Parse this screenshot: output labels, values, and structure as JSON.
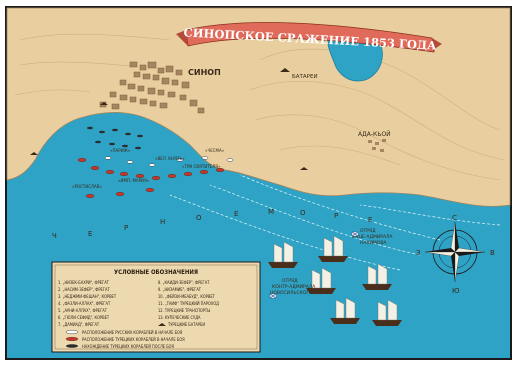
{
  "title": "СИНОПСКОЕ СРАЖЕНИЕ 1853 ГОДА",
  "places": {
    "sinop": "СИНОП",
    "battery": "БАТАРЕИ",
    "ada_kyoi": "АДА-КЬОЙ"
  },
  "sea_label": [
    "Ч",
    "Е",
    "Р",
    "Н",
    "О",
    "Е",
    "М",
    "О",
    "Р",
    "Е"
  ],
  "squadrons": {
    "nakhimov": [
      "ОТРЯД",
      "ВИЦЕ-АДМИРАЛА",
      "НАХИМОВА"
    ],
    "novosilsky": [
      "ОТРЯД",
      "КОНТР-АДМИРАЛА",
      "НОВОСИЛЬСКОГО"
    ]
  },
  "ship_labels": [
    "«ЧЕСМА»",
    "«ПАРИЖ»",
    "«ВЕЛ. КНЯЗЬ»",
    "«РОСТИСЛАВ»",
    "«ТРИ СВЯТИТЕЛЯ»",
    "«ИМП. МАРИЯ»"
  ],
  "compass": {
    "n": "С",
    "s": "Ю",
    "e": "В",
    "w": "З"
  },
  "legend": {
    "heading": "УСЛОВНЫЕ ОБОЗНАЧЕНИЯ",
    "left_items": [
      "1. „НИЗЕК-БАХРИ\", ФРЕГАТ",
      "2. „НАСИМ-ЗЕФЕР\", ФРЕГАТ",
      "3. „НЕДЖМИ-ФЕШАН\", КОРВЕТ",
      "4. „ФАЗЛИ-АЛЛАХ\", ФРЕГАТ",
      "5. „АУНИ-АЛЛАХ\", ФРЕГАТ",
      "6. „ГЮЛИ-СЕФИД\", КОРВЕТ",
      "7. „ДАМИАД\", ФРЕГАТ"
    ],
    "right_items": [
      "8. „КАИДИ-ЗЕФЕР\", ФРЕГАТ",
      "9. „НИЗАМИЕ\", ФРЕГАТ",
      "10. „ФЕЙЗИ-МЕАБУД\", КОРВЕТ",
      "11. „ТАИФ\" ТУРЕЦКИЙ ПАРОХОД",
      "12. ТУРЕЦКИЕ ТРАНСПОРТЫ",
      "13. КУПЕЧЕСКИЕ СУДА",
      "ТУРЕЦКИЕ БАТАРЕИ"
    ],
    "footer_items": [
      "РАСПОЛОЖЕНИЕ РУССКИХ КОРАБЛЕЙ В НАЧАЛЕ БОЯ",
      "РАСПОЛОЖЕНИЕ ТУРЕЦКИХ КОРАБЛЕЙ В НАЧАЛЕ БОЯ",
      "НАХОЖДЕНИЕ ТУРЕЦКИХ КОРАБЛЕЙ ПОСЛЕ БОЯ"
    ]
  },
  "colors": {
    "sea": "#2fa3c6",
    "land": "#e9cf9f",
    "frame": "#1a1a1a",
    "turkish_ship": "#c0392b",
    "ribbon": "#e06b5a"
  }
}
